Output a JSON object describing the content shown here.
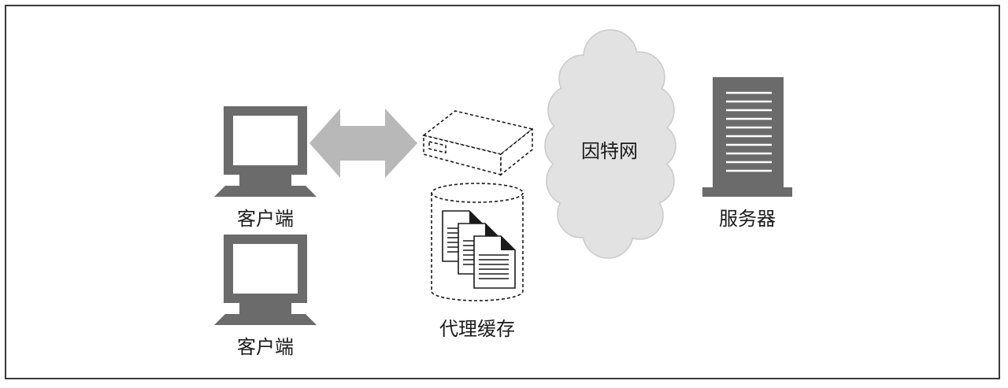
{
  "diagram": {
    "client_top_label": "客户端",
    "client_bottom_label": "客户端",
    "proxy_cache_label": "代理缓存",
    "internet_label": "因特网",
    "server_label": "服务器"
  },
  "colors": {
    "device_gray": "#6b6b6b",
    "arrow_gray": "#b8b8b8",
    "cloud_fill": "#e2e2e2",
    "cloud_stroke": "#c9c9c9",
    "frame_border": "#3a3a3a"
  },
  "icons": [
    "monitor-icon",
    "double-arrow-icon",
    "proxy-box-icon",
    "cache-cylinder-icon",
    "document-icon",
    "cloud-icon",
    "server-icon"
  ]
}
